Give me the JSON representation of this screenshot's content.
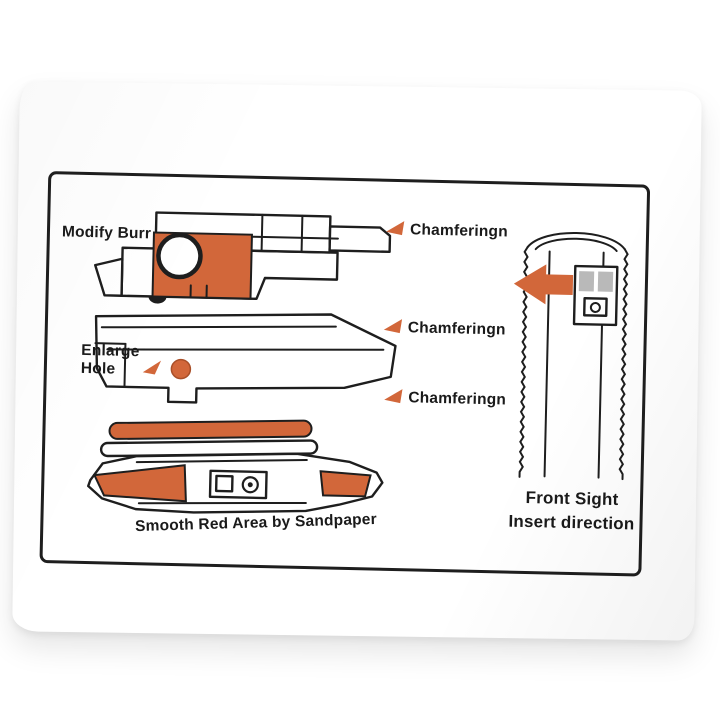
{
  "colors": {
    "accent": "#d2673a",
    "accent-dark": "#a94f28",
    "outline": "#1e1e1e",
    "gray": "#b9b9b9",
    "paper": "#ffffff"
  },
  "labels": {
    "modify_burr": "Modify Burr",
    "chamfering": "Chamferingn",
    "enlarge_hole": {
      "line1": "Enlarge",
      "line2": "Hole"
    },
    "smooth_red_area": "Smooth Red Area by Sandpaper",
    "front_sight": {
      "line1": "Front Sight",
      "line2": "Insert direction"
    }
  }
}
